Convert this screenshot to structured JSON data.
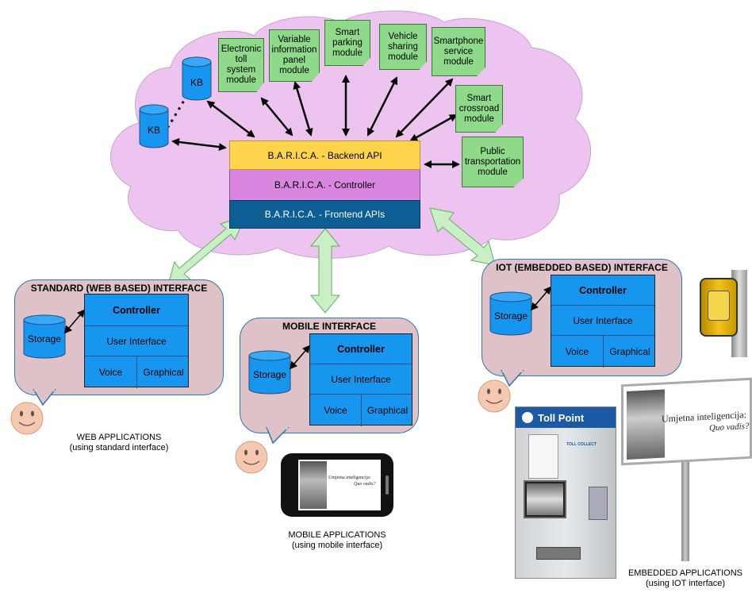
{
  "modules": {
    "toll": "Electronic toll system module",
    "vip": "Variable information panel module",
    "parking": "Smart parking module",
    "sharing": "Vehicle sharing module",
    "smartphone": "Smartphone service module",
    "crossroad": "Smart crossroad module",
    "public": "Public transportation module"
  },
  "kb": {
    "kb1": "KB",
    "kb2": "KB"
  },
  "layers": {
    "backend": "B.A.R.I.C.A. - Backend API",
    "controller": "B.A.R.I.C.A. - Controller",
    "frontend": "B.A.R.I.C.A. - Frontend APIs"
  },
  "web": {
    "title": "STANDARD (WEB BASED) INTERFACE",
    "storage": "Storage",
    "controller": "Controller",
    "ui": "User Interface",
    "voice": "Voice",
    "graphical": "Graphical",
    "caption1": "WEB APPLICATIONS",
    "caption2": "(using standard interface)"
  },
  "mobile": {
    "title": "MOBILE INTERFACE",
    "storage": "Storage",
    "controller": "Controller",
    "ui": "User Interface",
    "voice": "Voice",
    "graphical": "Graphical",
    "caption1": "MOBILE APPLICATIONS",
    "caption2": "(using mobile interface)"
  },
  "iot": {
    "title": "IOT (EMBEDDED BASED) INTERFACE",
    "storage": "Storage",
    "controller": "Controller",
    "ui": "User Interface",
    "voice": "Voice",
    "graphical": "Graphical",
    "caption1": "EMBEDDED APPLICATIONS",
    "caption2": "(using IOT interface)"
  },
  "photos": {
    "toll_point": "Toll Point",
    "toll_collect": "TOLL COLLECT",
    "billboard_title": "Umjetna inteligencija:",
    "billboard_sub": "Quo vadis?",
    "phone_title": "Umjetna inteligencija:",
    "phone_sub": "Quo vadis?"
  },
  "colors": {
    "cloud": "#edc4f0",
    "module": "#8fd98b",
    "backend": "#fdd44b",
    "controller": "#d886e0",
    "frontend": "#0d5e94",
    "panel": "#1796ef",
    "bubble": "#dfc1c8",
    "arrow_fill": "#c8f0c4"
  }
}
